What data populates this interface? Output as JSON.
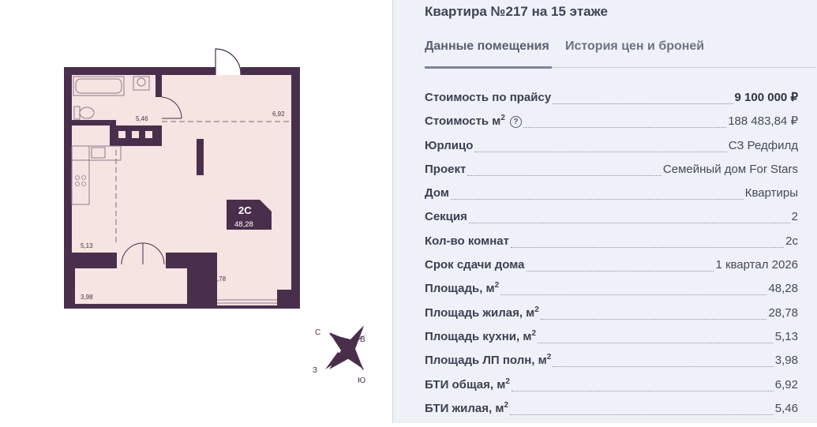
{
  "apartment": {
    "title": "Квартира №217 на 15 этаже"
  },
  "tabs": [
    {
      "label": "Данные помещения",
      "active": true
    },
    {
      "label": "История цен и броней",
      "active": false
    }
  ],
  "properties": [
    {
      "label": "Стоимость по прайсу",
      "value": "9 100 000 ₽",
      "emphasis": true
    },
    {
      "label": "Стоимость м",
      "sup": "2",
      "help": true,
      "value": "188 483,84 ₽"
    },
    {
      "label": "Юрлицо",
      "value": "СЗ Редфилд"
    },
    {
      "label": "Проект",
      "value": "Семейный дом For Stars"
    },
    {
      "label": "Дом",
      "value": "Квартиры"
    },
    {
      "label": "Секция",
      "value": "2"
    },
    {
      "label": "Кол-во комнат",
      "value": "2с"
    },
    {
      "label": "Срок сдачи дома",
      "value": "1 квартал 2026"
    },
    {
      "label": "Площадь, м",
      "sup": "2",
      "value": "48,28"
    },
    {
      "label": "Площадь жилая, м",
      "sup": "2",
      "value": "28,78"
    },
    {
      "label": "Площадь кухни, м",
      "sup": "2",
      "value": "5,13"
    },
    {
      "label": "Площадь ЛП полн, м",
      "sup": "2",
      "value": "3,98"
    },
    {
      "label": "БТИ общая, м",
      "sup": "2",
      "value": "6,92"
    },
    {
      "label": "БТИ жилая, м",
      "sup": "2",
      "value": "5,46"
    }
  ],
  "help_symbol": "?",
  "floorplan": {
    "badge_type": "2С",
    "badge_area": "48,28",
    "rooms": {
      "bathroom": "5,46",
      "hall": "6,92",
      "kitchen": "5,13",
      "living": "28,78",
      "balcony": "3,98"
    },
    "colors": {
      "wall": "#4a2f4c",
      "floor": "#f6e4e2",
      "badge": "#4a2f4c"
    }
  },
  "compass": {
    "north": "С",
    "east": "В",
    "west": "З",
    "south": "Ю"
  }
}
